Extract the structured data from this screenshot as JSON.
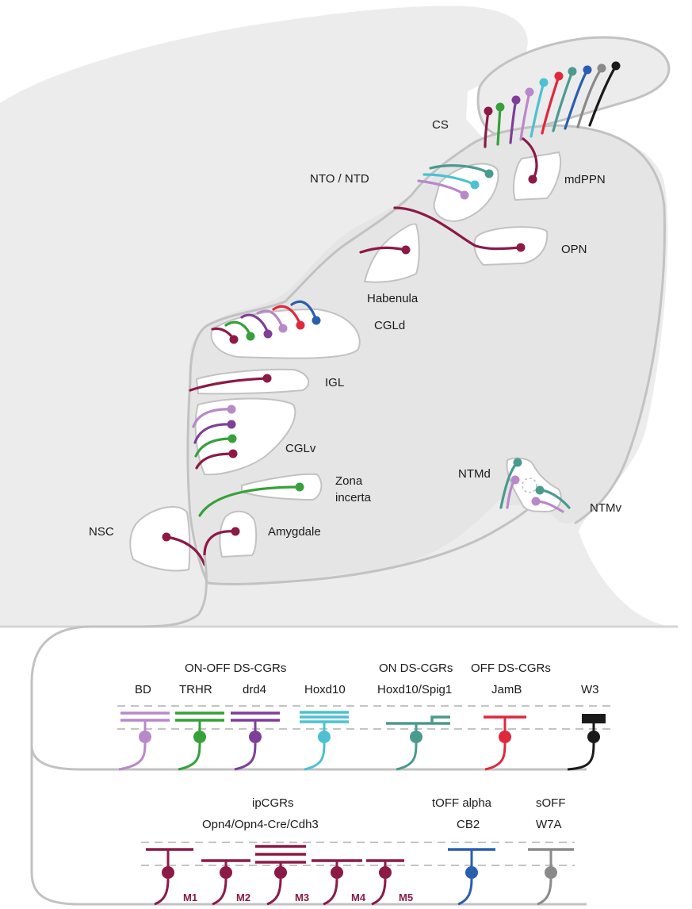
{
  "colors": {
    "maroon": "#8c1a46",
    "green": "#36a03a",
    "purple": "#7e3f98",
    "lavender": "#b889c9",
    "cyan": "#4dc1d1",
    "teal": "#4a9a8f",
    "red": "#e0283d",
    "blue": "#2a5fb0",
    "gray": "#8a8a8a",
    "black": "#1a1a1a",
    "brain_fill": "#ececec",
    "nucleus_fill": "#ffffff",
    "outline": "#c2c2c2"
  },
  "regions": {
    "cs": "CS",
    "mdppn": "mdPPN",
    "nto_ntd": "NTO / NTD",
    "opn": "OPN",
    "habenula": "Habenula",
    "cgld": "CGLd",
    "igl": "IGL",
    "cglv": "CGLv",
    "zona_incerta_1": "Zona",
    "zona_incerta_2": "incerta",
    "ntmd": "NTMd",
    "ntmv": "NTMv",
    "nsc": "NSC",
    "amygdale": "Amygdale"
  },
  "legend": {
    "group_on_off": "ON-OFF DS-CGRs",
    "group_on": "ON DS-CGRs",
    "group_off": "OFF DS-CGRs",
    "bd": "BD",
    "trhr": "TRHR",
    "drd4": "drd4",
    "hoxd10": "Hoxd10",
    "hoxd10_spig1": "Hoxd10/Spig1",
    "jamb": "JamB",
    "w3": "W3",
    "group_ip": "ipCGRs",
    "opn4": "Opn4/Opn4-Cre/Cdh3",
    "toff_alpha": "tOFF  alpha",
    "cb2": "CB2",
    "soff": "sOFF",
    "w7a": "W7A",
    "m1": "M1",
    "m2": "M2",
    "m3": "M3",
    "m4": "M4",
    "m5": "M5"
  }
}
